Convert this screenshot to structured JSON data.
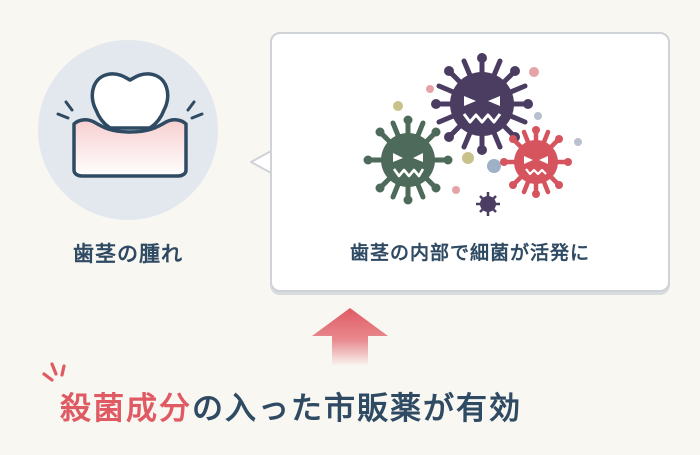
{
  "left_caption": "歯茎の腫れ",
  "bubble_text": "歯茎の内部で細菌が活発に",
  "headline": {
    "accent": "殺菌成分",
    "rest": "の入った市販薬が有効"
  },
  "colors": {
    "accent": "#e05a64",
    "text": "#2f4a63",
    "background": "#f8f7f2",
    "circle": "#e3e8ee",
    "germ_purple": "#4b3d62",
    "germ_green": "#4e6a5a",
    "germ_red": "#d6545e",
    "gum_pink": "#f5c7c7"
  },
  "icons": [
    "tooth-gum-icon",
    "bacteria-icon",
    "up-arrow-icon",
    "spark-lines-icon"
  ]
}
